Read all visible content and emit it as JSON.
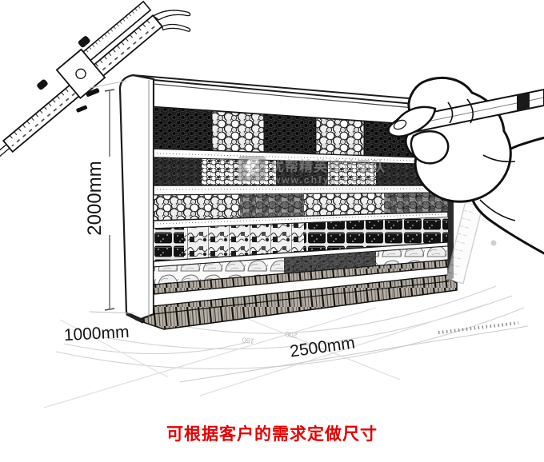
{
  "illustration": {
    "subject": "hand-drawn sketch of a supermarket open-front display chiller stocked with produce",
    "sketch_elements": [
      "vernier-caliper-sketch",
      "hand-holding-pencil-sketch",
      "display-case-sketch",
      "floor-protractor-arcs",
      "side-ruler-sketch"
    ]
  },
  "dimensions": {
    "height_label": "2000mm",
    "depth_label": "1000mm",
    "width_label": "2500mm"
  },
  "floor_markings": {
    "m1": "150",
    "m2": "200"
  },
  "watermark": {
    "line1": "优帮精英设计团队",
    "line2": "www.chfykzl.com",
    "color": "#9a9a9a",
    "logo": "lightning-bolt-logo-icon"
  },
  "caption": {
    "text": "可根据客户的需求定做尺寸",
    "color": "#e60000"
  }
}
